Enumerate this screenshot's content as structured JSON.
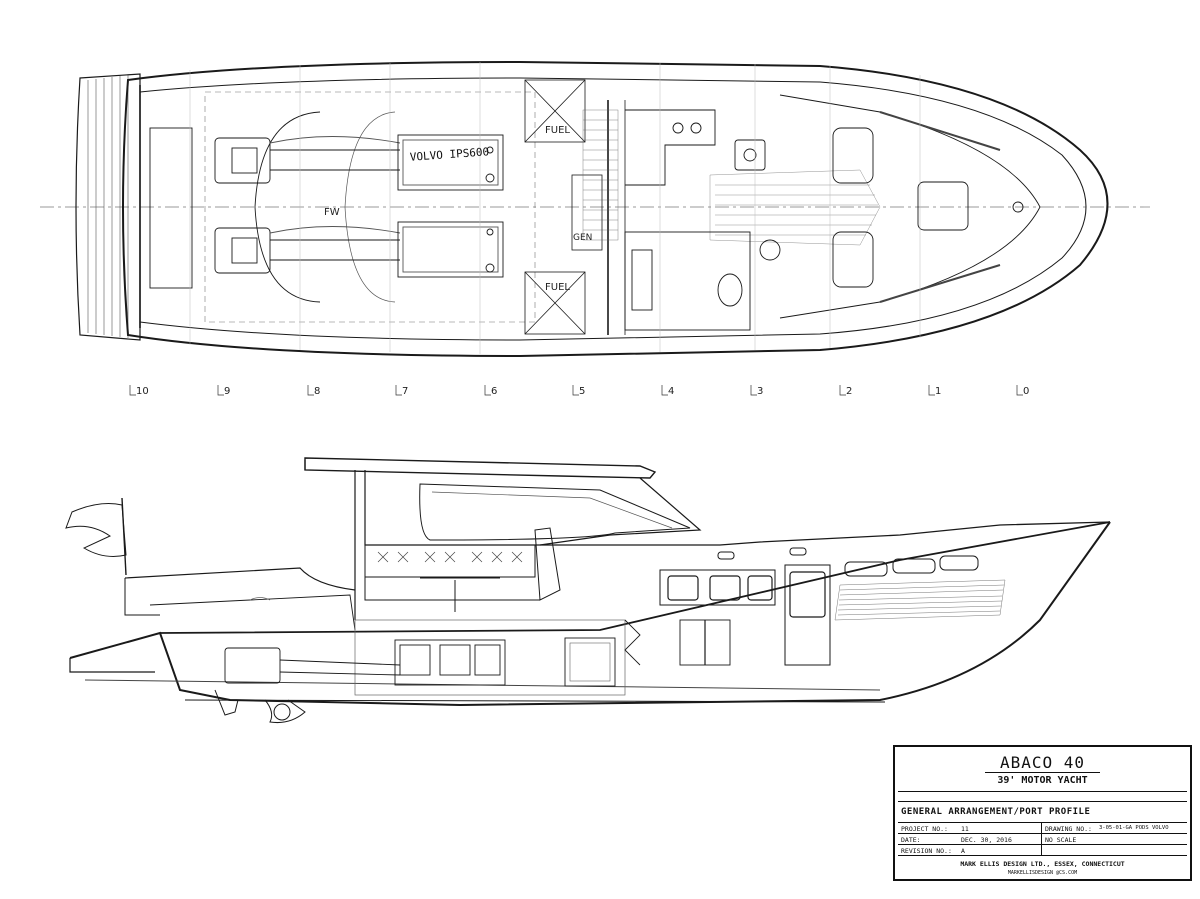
{
  "plan": {
    "labels": {
      "fuel_upper": "FUEL",
      "fuel_lower": "FUEL",
      "gen": "GEN",
      "fw": "FW",
      "engine": "VOLVO IPS600"
    },
    "stations": [
      "10",
      "9",
      "8",
      "7",
      "6",
      "5",
      "4",
      "3",
      "2",
      "1",
      "0"
    ]
  },
  "title_block": {
    "title": "ABACO 40",
    "subtitle": "39' MOTOR YACHT",
    "drawing_title": "GENERAL ARRANGEMENT/PORT PROFILE",
    "project_label": "PROJECT NO.:",
    "project_value": "11",
    "drawing_no_label": "DRAWING NO.:",
    "drawing_no_value": "3-05-01-GA PODS VOLVO",
    "date_label": "DATE:",
    "date_value": "DEC. 30, 2016",
    "scale_value": "NO SCALE",
    "revision_label": "REVISION NO.:",
    "revision_value": "A",
    "designer": "MARK ELLIS DESIGN LTD., ESSEX, CONNECTICUT",
    "email": "MARKELLISDESIGN @CS.COM"
  },
  "colors": {
    "line": "#1a1a1a",
    "light": "#8a8a8a",
    "paper": "#ffffff"
  }
}
